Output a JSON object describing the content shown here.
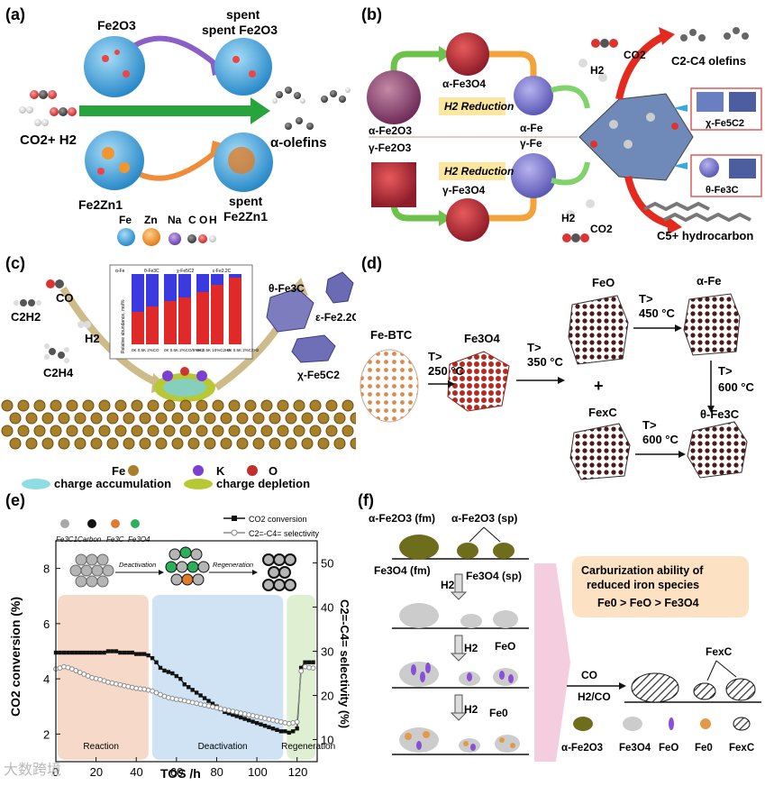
{
  "panels": {
    "a": {
      "label": "(a)",
      "fe2o3": "Fe2O3",
      "spent_fe2o3_1": "spent",
      "spent_fe2o3_2": "spent Fe2O3",
      "reactant": "CO2+ H2",
      "product": "α-olefins",
      "fe2zn1": "Fe2Zn1",
      "spent_fe2zn1_1": "spent",
      "spent_fe2zn1_2": "Fe2Zn1",
      "legend": [
        {
          "label": "Fe",
          "color": "#5fb0e6"
        },
        {
          "label": "Zn",
          "color": "#f59a3a"
        },
        {
          "label": "Na",
          "color": "#8a5fc6"
        },
        {
          "label": "C",
          "color": "#4a4a4a"
        },
        {
          "label": "O",
          "color": "#d83a3a"
        },
        {
          "label": "H",
          "color": "#e8e8e8"
        }
      ]
    },
    "b": {
      "label": "(b)",
      "alpha_fe3o4": "α-Fe3O4",
      "alpha_fe2o3": "α-Fe2O3",
      "h2_reduction_top": "H2 Reduction",
      "alpha_fe": "α-Fe",
      "gamma_fe": "γ-Fe",
      "gamma_fe2o3": "γ-Fe2O3",
      "h2_reduction_bottom": "H2 Reduction",
      "gamma_fe3o4": "γ-Fe3O4",
      "co2_top": "CO2",
      "h2_top": "H2",
      "olefins": "C2-C4 olefins",
      "chi": "χ-Fe5C2",
      "theta": "θ-Fe3C",
      "h2_bottom": "H2",
      "co2_bottom": "CO2",
      "c5": "C5+ hydrocarbon"
    },
    "c": {
      "label": "(c)",
      "co": "CO",
      "c2h2": "C2H2",
      "h2": "H2",
      "c2h4": "C2H4",
      "theta": "θ-Fe3C",
      "eps": "ε-Fe2.2C",
      "chi": "χ-Fe5C2",
      "legend_fe": "Fe",
      "legend_k": "K",
      "legend_o": "O",
      "charge_acc": "charge accumulation",
      "charge_dep": "charge depletion",
      "inset_legend": [
        "α-Fe",
        "θ-Fe3C",
        "χ-Fe5C2",
        "ε-Fe2.2C"
      ],
      "inset_ylabel": "Relative abundance, mol%",
      "inset_xlabels": [
        "0K 0.5K\n2%CO",
        "0K 0.5K\n2%CO/5%H2",
        "0K 0.5K\n10%C2H4",
        "0K 0.5K\n2%C2H2"
      ]
    },
    "d": {
      "label": "(d)",
      "febtc": "Fe-BTC",
      "t250": "T>",
      "t250b": "250 °C",
      "fe3o4": "Fe3O4",
      "t350": "T>",
      "t350b": "350 °C",
      "feo": "FeO",
      "t450": "T>",
      "t450b": "450 °C",
      "alpha_fe": "α-Fe",
      "plus": "+",
      "t600a": "T>",
      "t600ab": "600 °C",
      "fexc": "FexC",
      "t600b": "T>",
      "t600bb": "600 °C",
      "theta": "θ-Fe3C"
    },
    "e": {
      "label": "(e)",
      "legend_items": [
        {
          "label": "Fe3C1",
          "color": "#a9a9a9"
        },
        {
          "label": "Carbon",
          "color": "#111111"
        },
        {
          "label": "Fe3C",
          "color": "#e07a2e"
        },
        {
          "label": "Fe3O4",
          "color": "#2bb05a"
        }
      ],
      "deactivation": "Deactivation",
      "regeneration": "Regeneration",
      "series_co2": "CO2 conversion",
      "series_sel": "C2=-C4= selectivity",
      "region_reaction": "Reaction",
      "region_deactivation": "Deactivation",
      "region_regeneration": "Regeneration"
    },
    "f": {
      "label": "(f)",
      "fe2o3_fm": "α-Fe2O3 (fm)",
      "fe2o3_sp": "α-Fe2O3 (sp)",
      "fe3o4_fm": "Fe3O4 (fm)",
      "fe3o4_sp": "Fe3O4 (sp)",
      "h2_1": "H2",
      "h2_2": "H2",
      "h2_3": "H2",
      "feo": "FeO",
      "fe0": "Fe0",
      "box_title_1": "Carburization ability of",
      "box_title_2": "reduced iron species",
      "box_order": "Fe0 > FeO > Fe3O4",
      "co": "CO",
      "h2co": "H2/CO",
      "fexc": "FexC",
      "legend": [
        "α-Fe2O3",
        "Fe3O4",
        "FeO",
        "Fe0",
        "FexC"
      ]
    }
  },
  "watermark": "大数跨境",
  "chart_data": {
    "type": "line",
    "xlabel": "TOS /h",
    "ylabel": "CO2 conversion (%)",
    "y2label": "C2=-C4= selectivity (%)",
    "xlim": [
      0,
      130
    ],
    "ylim": [
      1,
      9
    ],
    "y2lim": [
      5,
      55
    ],
    "xticks": [
      0,
      20,
      40,
      60,
      80,
      100,
      120
    ],
    "yticks": [
      2,
      4,
      6,
      8
    ],
    "y2ticks": [
      10,
      20,
      30,
      40,
      50
    ],
    "regions": [
      {
        "label": "Reaction",
        "x": [
          0,
          47
        ],
        "color": "#f7d9c9"
      },
      {
        "label": "Deactivation",
        "x": [
          47,
          114
        ],
        "color": "#cfe3f4"
      },
      {
        "label": "Regeneration",
        "x": [
          114,
          130
        ],
        "color": "#dff0d2"
      }
    ],
    "series": [
      {
        "name": "CO2 conversion",
        "axis": "left",
        "x": [
          0,
          2,
          4,
          6,
          8,
          10,
          12,
          14,
          16,
          18,
          20,
          22,
          24,
          26,
          28,
          30,
          32,
          34,
          36,
          38,
          40,
          42,
          44,
          46,
          48,
          50,
          52,
          54,
          56,
          58,
          60,
          62,
          64,
          66,
          68,
          70,
          72,
          74,
          76,
          78,
          80,
          82,
          84,
          86,
          88,
          90,
          92,
          94,
          96,
          98,
          100,
          102,
          104,
          106,
          108,
          110,
          112,
          114,
          116,
          118,
          120,
          122,
          124,
          126,
          128
        ],
        "values": [
          4.95,
          4.95,
          4.95,
          4.95,
          4.95,
          4.95,
          4.95,
          4.95,
          4.95,
          4.95,
          4.95,
          4.95,
          4.95,
          5.0,
          5.0,
          5.0,
          4.95,
          4.95,
          4.95,
          4.95,
          4.9,
          4.9,
          4.9,
          4.85,
          4.75,
          4.6,
          4.4,
          4.3,
          4.25,
          4.2,
          4.1,
          4.0,
          3.8,
          3.7,
          3.6,
          3.5,
          3.4,
          3.3,
          3.2,
          3.1,
          3.0,
          2.9,
          2.8,
          2.75,
          2.7,
          2.65,
          2.6,
          2.55,
          2.5,
          2.45,
          2.4,
          2.35,
          2.3,
          2.25,
          2.2,
          2.15,
          2.1,
          2.1,
          2.05,
          2.1,
          2.2,
          4.4,
          4.6,
          4.6,
          4.6
        ]
      },
      {
        "name": "C2=-C4= selectivity",
        "axis": "right",
        "x": [
          0,
          2,
          4,
          6,
          8,
          10,
          12,
          14,
          16,
          18,
          20,
          22,
          24,
          26,
          28,
          30,
          32,
          34,
          36,
          38,
          40,
          42,
          44,
          46,
          48,
          50,
          52,
          54,
          56,
          58,
          60,
          62,
          64,
          66,
          68,
          70,
          72,
          74,
          76,
          78,
          80,
          82,
          84,
          86,
          88,
          90,
          92,
          94,
          96,
          98,
          100,
          102,
          104,
          106,
          108,
          110,
          112,
          114,
          116,
          118,
          120,
          122,
          124,
          126,
          128
        ],
        "values": [
          26.0,
          26.2,
          26.5,
          26.3,
          26.0,
          25.6,
          25.2,
          24.8,
          24.4,
          24.0,
          23.8,
          23.6,
          23.3,
          23.0,
          22.8,
          22.6,
          22.4,
          22.2,
          22.0,
          21.8,
          21.6,
          21.5,
          21.4,
          21.2,
          21.0,
          20.6,
          20.2,
          19.8,
          19.5,
          19.3,
          19.1,
          19.0,
          18.8,
          18.6,
          18.4,
          18.2,
          18.0,
          17.8,
          17.6,
          17.4,
          17.2,
          17.0,
          16.8,
          16.6,
          16.4,
          16.2,
          16.0,
          15.8,
          15.6,
          15.4,
          15.2,
          15.0,
          14.8,
          14.6,
          14.4,
          14.2,
          14.0,
          13.8,
          13.6,
          13.8,
          14.0,
          25.5,
          26.5,
          26.3,
          26.2
        ]
      }
    ]
  }
}
